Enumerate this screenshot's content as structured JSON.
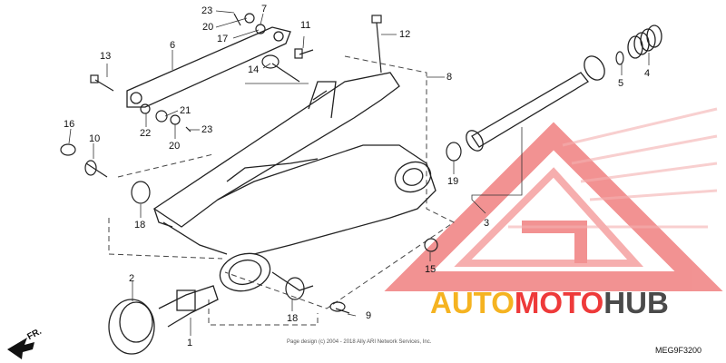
{
  "labels": [
    {
      "id": "23a",
      "text": "23"
    },
    {
      "id": "7",
      "text": "7"
    },
    {
      "id": "20a",
      "text": "20"
    },
    {
      "id": "17",
      "text": "17"
    },
    {
      "id": "11",
      "text": "11"
    },
    {
      "id": "12",
      "text": "12"
    },
    {
      "id": "6",
      "text": "6"
    },
    {
      "id": "13",
      "text": "13"
    },
    {
      "id": "14",
      "text": "14"
    },
    {
      "id": "8",
      "text": "8"
    },
    {
      "id": "21",
      "text": "21"
    },
    {
      "id": "22",
      "text": "22"
    },
    {
      "id": "23b",
      "text": "23"
    },
    {
      "id": "20b",
      "text": "20"
    },
    {
      "id": "16",
      "text": "16"
    },
    {
      "id": "10",
      "text": "10"
    },
    {
      "id": "4",
      "text": "4"
    },
    {
      "id": "5",
      "text": "5"
    },
    {
      "id": "19",
      "text": "19"
    },
    {
      "id": "3",
      "text": "3"
    },
    {
      "id": "18a",
      "text": "18"
    },
    {
      "id": "15",
      "text": "15"
    },
    {
      "id": "2",
      "text": "2"
    },
    {
      "id": "18b",
      "text": "18"
    },
    {
      "id": "9",
      "text": "9"
    },
    {
      "id": "1",
      "text": "1"
    }
  ],
  "watermark": {
    "part1": "AUTO",
    "part2": "MOTO",
    "part3": "HUB"
  },
  "copyright": "Page design (c) 2004 - 2018 Ally ARI Network Services, Inc.",
  "diagram_code": "MEG9F3200",
  "direction_label": "FR.",
  "colors": {
    "watermark_yellow": "#f5b321",
    "watermark_red": "#ee3a3a",
    "watermark_gray": "#4a4a4a",
    "line": "#222222"
  }
}
